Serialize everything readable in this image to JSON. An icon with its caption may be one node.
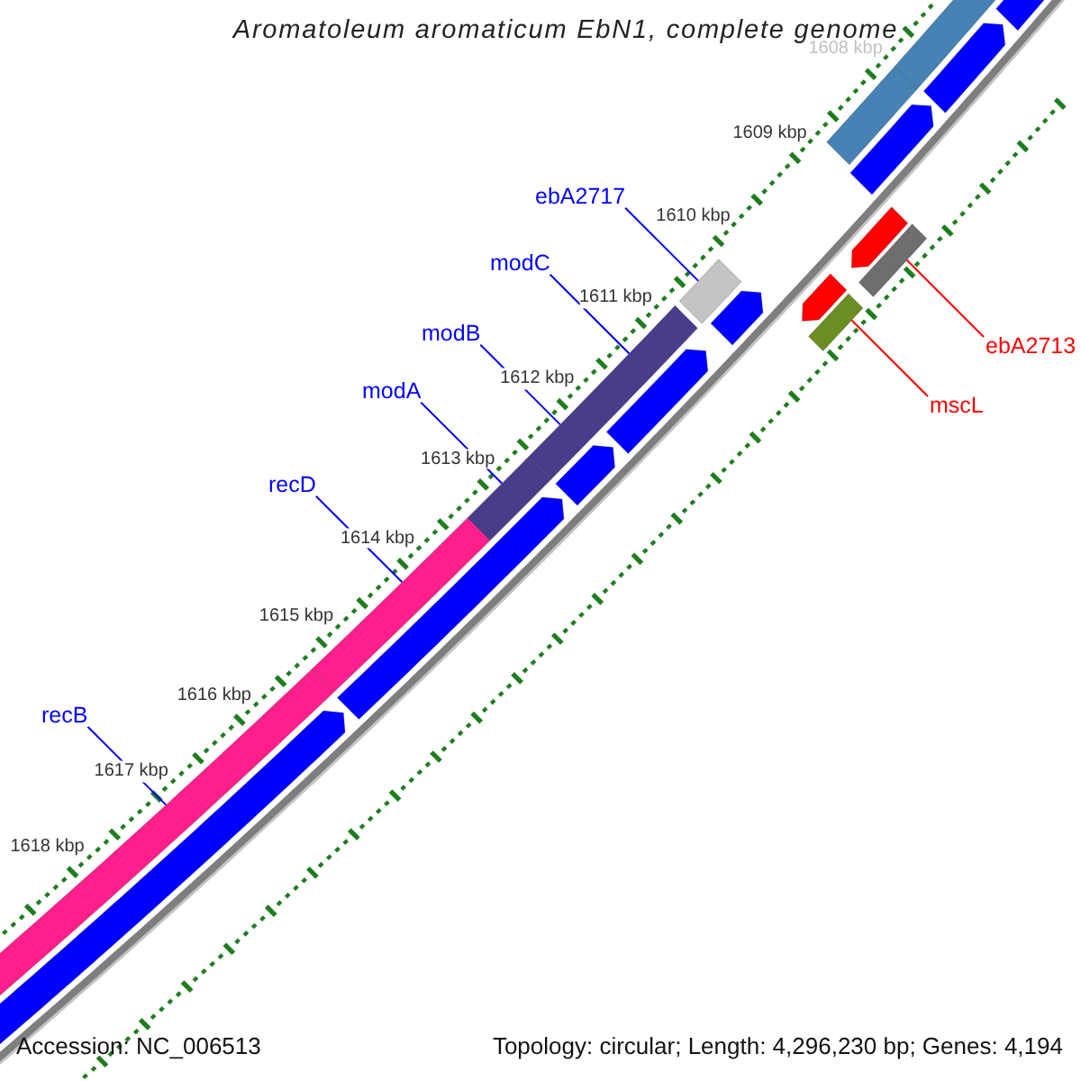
{
  "diagram": {
    "title": "Aromatoleum aromaticum EbN1, complete genome",
    "nodes": [
      {
        "text": [
          "ebA2717"
        ]
      },
      {
        "text": [
          "modC"
        ]
      },
      {
        "text": [
          "modB"
        ]
      },
      {
        "text": [
          "modA"
        ]
      },
      {
        "text": [
          "recD"
        ]
      },
      {
        "text": [
          "recB"
        ]
      },
      {
        "text": [
          "ebA2713"
        ]
      },
      {
        "text": [
          "mscL"
        ]
      },
      {
        "text": [],
        "shape": "bar"
      },
      {
        "text": [],
        "shape": "bar"
      },
      {
        "text": [],
        "shape": "bar"
      },
      {
        "text": [],
        "shape": "bar"
      },
      {
        "text": [],
        "shape": "bar"
      },
      {
        "text": [],
        "shape": "bar"
      },
      {
        "text": [],
        "shape": "bar"
      },
      {
        "text": [],
        "shape": "bar"
      }
    ],
    "edges": [
      {
        "from": 0,
        "to": 8,
        "arrow": "none"
      },
      {
        "from": 1,
        "to": 9,
        "arrow": "none"
      },
      {
        "from": 2,
        "to": 10,
        "arrow": "none"
      },
      {
        "from": 3,
        "to": 11,
        "arrow": "none"
      },
      {
        "from": 4,
        "to": 12,
        "arrow": "none"
      },
      {
        "from": 5,
        "to": 13,
        "arrow": "none"
      },
      {
        "from": 6,
        "to": 14,
        "arrow": "none",
        "color": "#ff0000"
      },
      {
        "from": 7,
        "to": 15,
        "arrow": "none",
        "color": "#ff0000"
      }
    ],
    "labels": [
      "1608 kbp",
      "1609 kbp",
      "1610 kbp",
      "1611 kbp",
      "1612 kbp",
      "1613 kbp",
      "1614 kbp",
      "1615 kbp",
      "1616 kbp",
      "1617 kbp",
      "1618 kbp",
      "Accession: NC_006513",
      "Topology: circular; Length: 4,296,230 bp; Genes: 4,194"
    ]
  }
}
